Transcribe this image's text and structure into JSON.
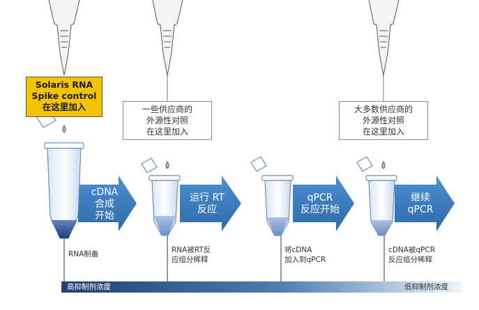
{
  "callouts": {
    "solaris": [
      "Solaris RNA",
      "Spike control",
      "在这里加入"
    ],
    "some_vendors": [
      "一些供应商的",
      "外源性对照",
      "在这里加入"
    ],
    "most_vendors": [
      "大多数供应商的",
      "外源性对照",
      "在这里加入"
    ]
  },
  "arrows": {
    "cdna": [
      "cDNA",
      "合成",
      "开始"
    ],
    "rt": [
      "运行 RT",
      "反应"
    ],
    "qpcr": [
      "qPCR",
      "反应开始"
    ],
    "continue": [
      "继续",
      "qPCR"
    ]
  },
  "captions": {
    "rna_prep": [
      "RNA制备"
    ],
    "rt_dilute": [
      "RNA被RT反",
      "应组分稀释"
    ],
    "cdna_add": [
      "将cDNA",
      "加入到qPCR"
    ],
    "qpcr_dilute": [
      "cDNA被qPCR",
      "反应组分稀释"
    ]
  },
  "gradient_bar": {
    "left_label": "高抑制剂浓度",
    "right_label": "低抑制剂浓度",
    "colors": {
      "start": "#1f3f73",
      "end": "#e8f0f8"
    }
  },
  "colors": {
    "arrow": "#3c7fc0",
    "callout_highlight": "#f5c400",
    "liquid": "#3f5f9f",
    "tube_outline": "#6c8fb5"
  }
}
